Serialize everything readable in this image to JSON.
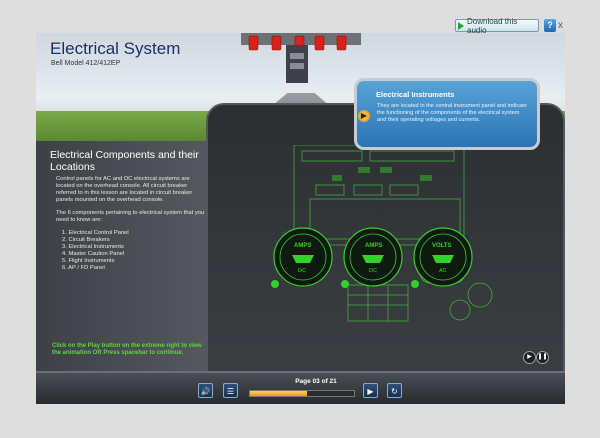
{
  "toolbar": {
    "audio_label": "Download this audio",
    "help_label": "?",
    "close_label": "x"
  },
  "header": {
    "title": "Electrical System",
    "subtitle": "Bell Model 412/412EP"
  },
  "callout": {
    "title": "Electrical Instruments",
    "text": "They are located in the central instrument panel and indicate the functioning of the components of the electrical system and their operating voltages and currents."
  },
  "lesson": {
    "section_title": "Electrical Components and their Locations",
    "paragraph1": "Control panels for AC and DC electrical systems are located on the overhead console. All circuit breaker referred to in this lesson are located in circuit breaker panels mounted on the overhead console.",
    "paragraph2": "The 6 components pertaining to electrical system that you need to know are:",
    "items": [
      "1. Electrical Control Panel",
      "2. Circuit Breakers",
      "3. Electrical Instruments",
      "4. Master Caution Panel",
      "5. Flight Instruments",
      "6. AP / FD Panel"
    ],
    "instruction": "Click on the Play button on the extreme right to view the animation OR Press spacebar to continue."
  },
  "gauges": {
    "g1_label": "AMPS",
    "g1_sub": "DC",
    "g2_label": "AMPS",
    "g2_sub": "DC",
    "g3_label": "VOLTS",
    "g3_sub": "AC"
  },
  "footer": {
    "page_label": "Page 03 of 21",
    "progress": 0.55
  },
  "colors": {
    "accent_green": "#5bd83a",
    "callout_blue": "#2c73b5",
    "title_blue": "#1a2f6e"
  },
  "icons": [
    "play-icon",
    "help-icon",
    "close-icon",
    "speaker-icon",
    "transcript-icon",
    "next-icon",
    "replay-icon",
    "pause-icon",
    "arrow-right-icon"
  ]
}
